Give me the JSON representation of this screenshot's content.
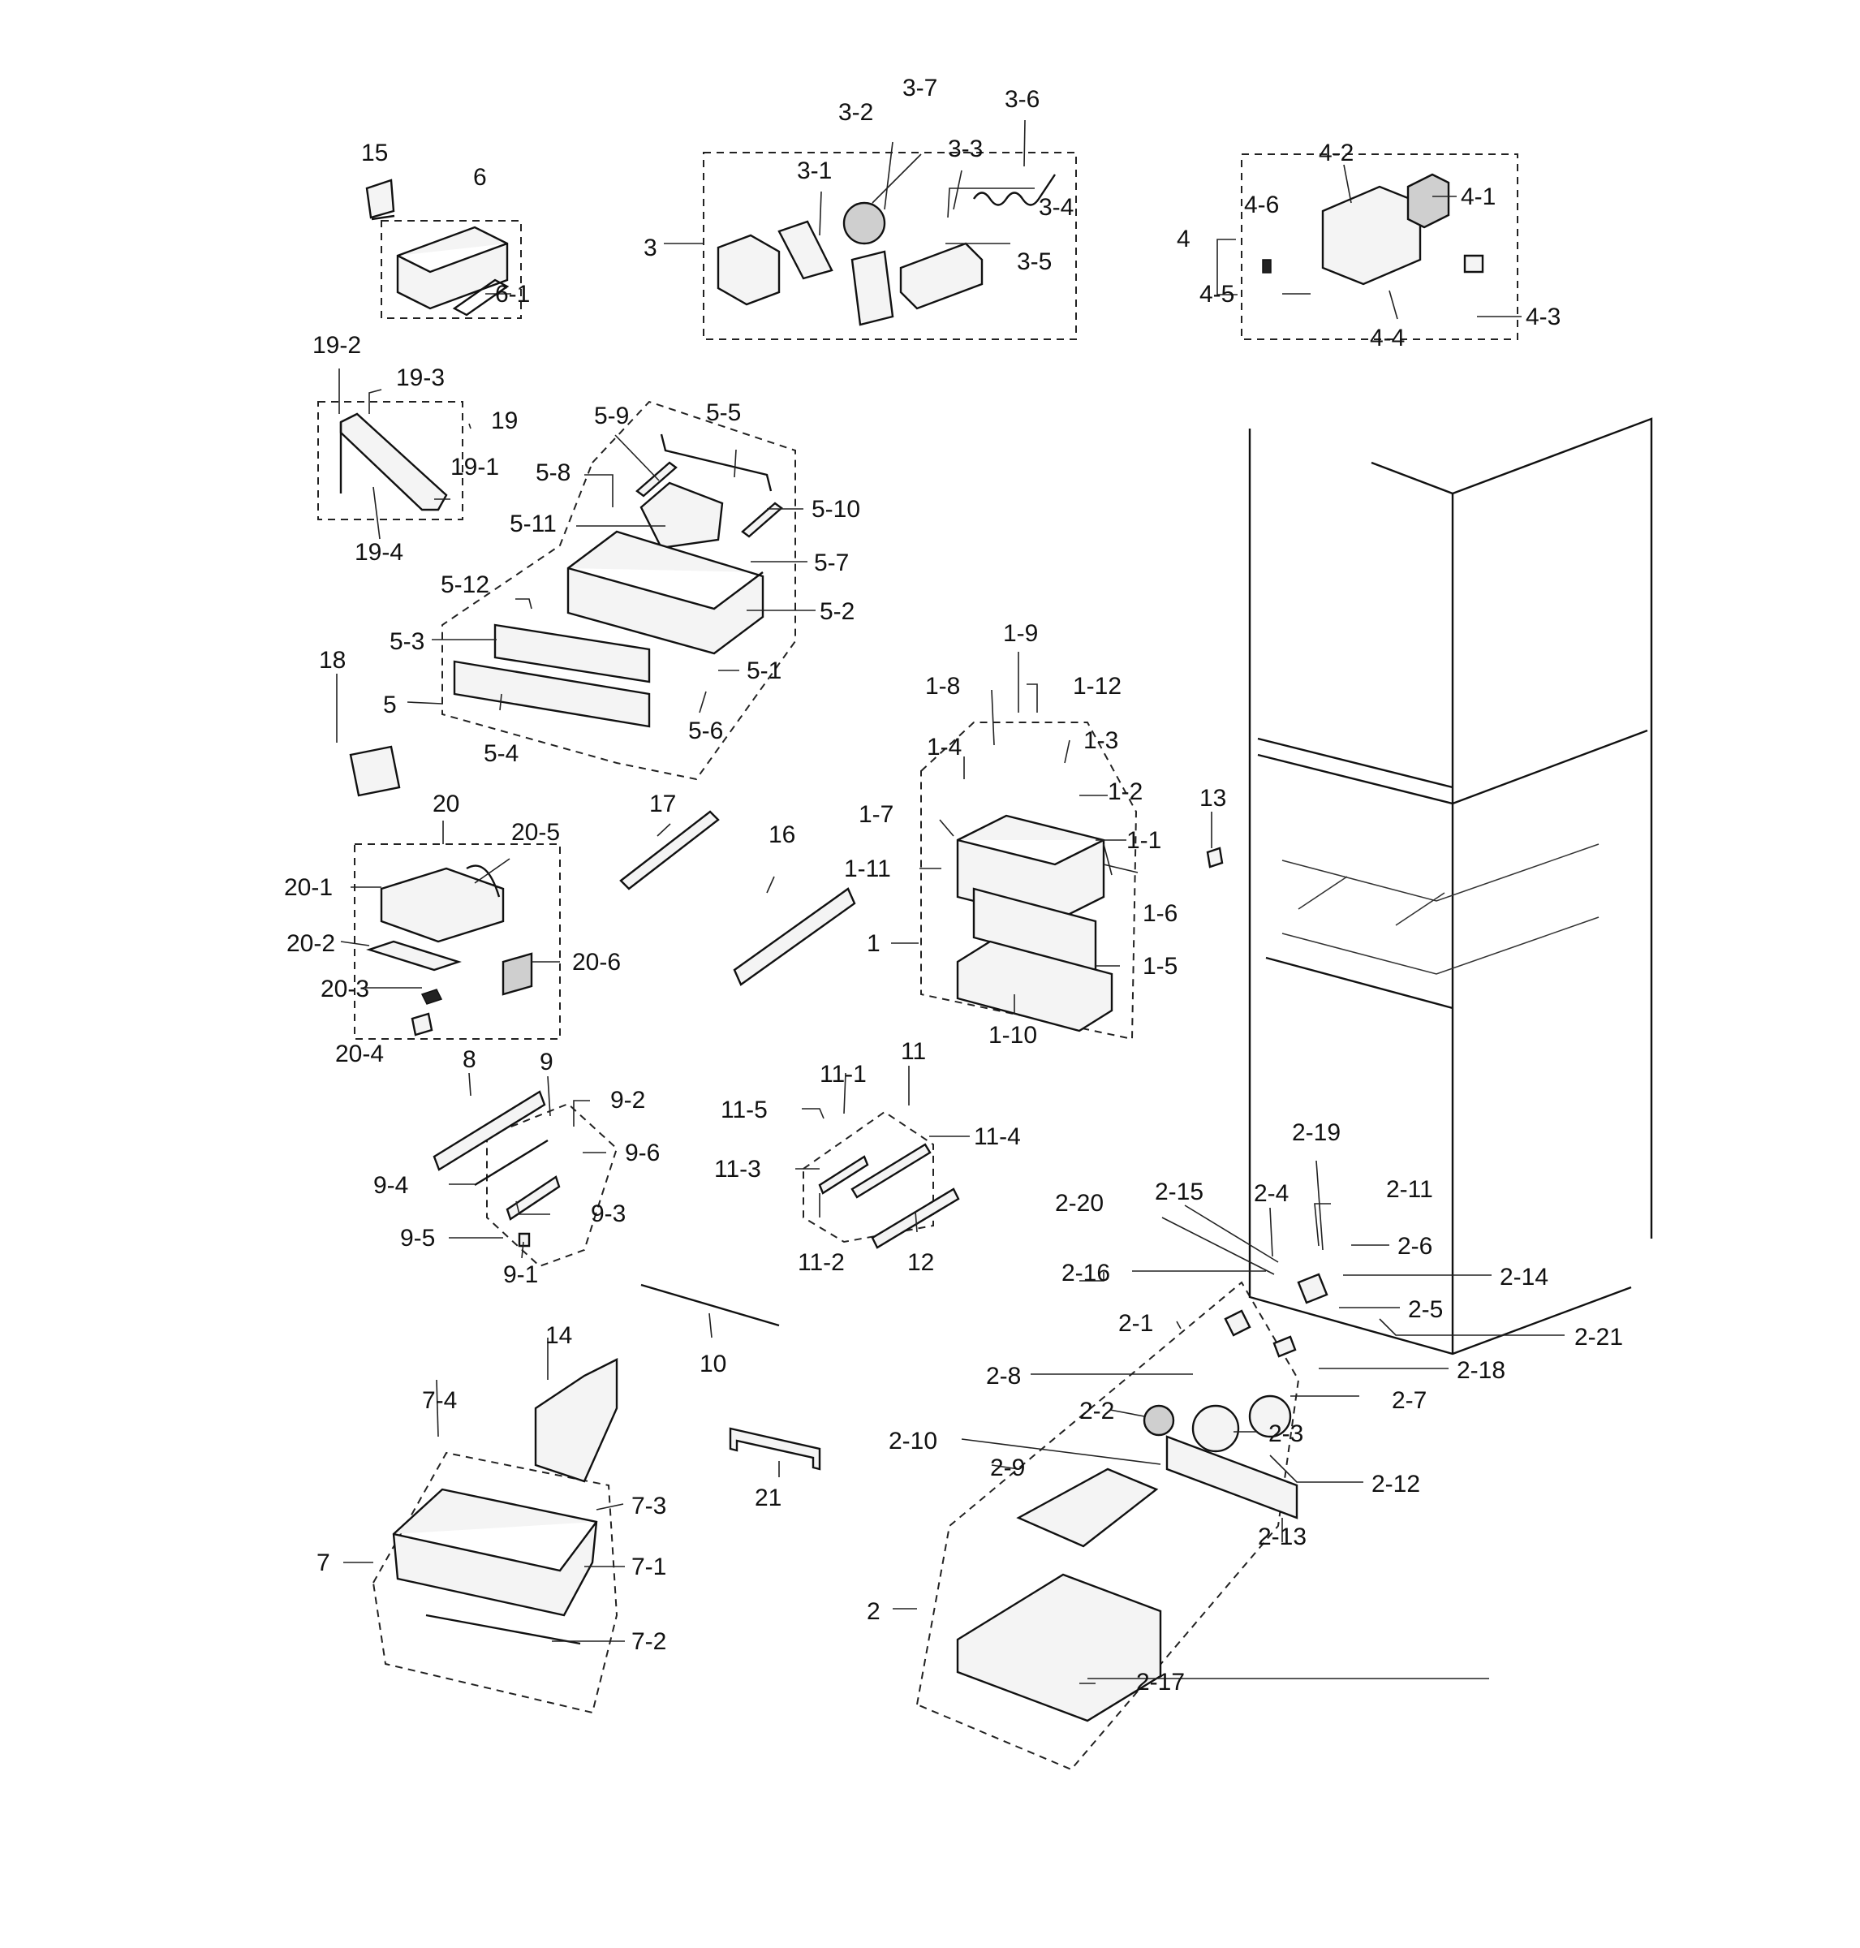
{
  "callouts": {
    "c1": "1",
    "c1_1": "1-1",
    "c1_2": "1-2",
    "c1_3": "1-3",
    "c1_4": "1-4",
    "c1_5": "1-5",
    "c1_6": "1-6",
    "c1_7": "1-7",
    "c1_8": "1-8",
    "c1_9": "1-9",
    "c1_10": "1-10",
    "c1_11": "1-11",
    "c1_12": "1-12",
    "c2": "2",
    "c2_1": "2-1",
    "c2_2": "2-2",
    "c2_3": "2-3",
    "c2_4": "2-4",
    "c2_5": "2-5",
    "c2_6": "2-6",
    "c2_7": "2-7",
    "c2_8": "2-8",
    "c2_9": "2-9",
    "c2_10": "2-10",
    "c2_11": "2-11",
    "c2_12": "2-12",
    "c2_13": "2-13",
    "c2_14": "2-14",
    "c2_15": "2-15",
    "c2_16": "2-16",
    "c2_17": "2-17",
    "c2_18": "2-18",
    "c2_19": "2-19",
    "c2_20": "2-20",
    "c2_21": "2-21",
    "c3": "3",
    "c3_1": "3-1",
    "c3_2": "3-2",
    "c3_3": "3-3",
    "c3_4": "3-4",
    "c3_5": "3-5",
    "c3_6": "3-6",
    "c3_7": "3-7",
    "c4": "4",
    "c4_1": "4-1",
    "c4_2": "4-2",
    "c4_3": "4-3",
    "c4_4": "4-4",
    "c4_5": "4-5",
    "c4_6": "4-6",
    "c5": "5",
    "c5_1": "5-1",
    "c5_2": "5-2",
    "c5_3": "5-3",
    "c5_4": "5-4",
    "c5_5": "5-5",
    "c5_6": "5-6",
    "c5_7": "5-7",
    "c5_8": "5-8",
    "c5_9": "5-9",
    "c5_10": "5-10",
    "c5_11": "5-11",
    "c5_12": "5-12",
    "c6": "6",
    "c6_1": "6-1",
    "c7": "7",
    "c7_1": "7-1",
    "c7_2": "7-2",
    "c7_3": "7-3",
    "c7_4": "7-4",
    "c8": "8",
    "c9": "9",
    "c9_1": "9-1",
    "c9_2": "9-2",
    "c9_3": "9-3",
    "c9_4": "9-4",
    "c9_5": "9-5",
    "c9_6": "9-6",
    "c10": "10",
    "c11": "11",
    "c11_1": "11-1",
    "c11_2": "11-2",
    "c11_3": "11-3",
    "c11_4": "11-4",
    "c11_5": "11-5",
    "c12": "12",
    "c13": "13",
    "c14": "14",
    "c15": "15",
    "c16": "16",
    "c17": "17",
    "c18": "18",
    "c19": "19",
    "c19_1": "19-1",
    "c19_2": "19-2",
    "c19_3": "19-3",
    "c19_4": "19-4",
    "c20": "20",
    "c20_1": "20-1",
    "c20_2": "20-2",
    "c20_3": "20-3",
    "c20_4": "20-4",
    "c20_5": "20-5",
    "c20_6": "20-6",
    "c21": "21"
  }
}
